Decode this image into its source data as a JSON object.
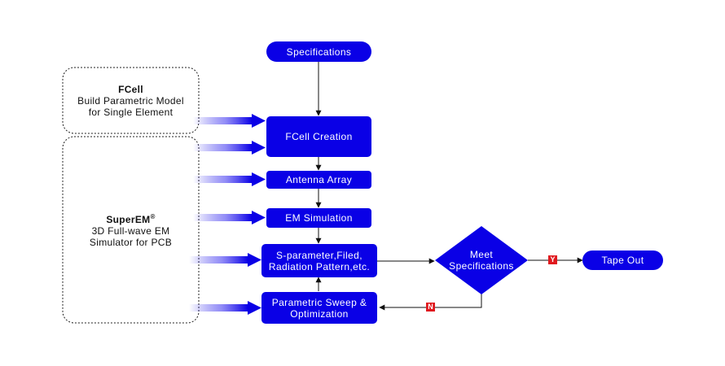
{
  "colors": {
    "node_fill": "#0a00e6",
    "arrow": "#111111",
    "yes_tag": "#e0191e",
    "no_tag": "#e0191e"
  },
  "nodes": {
    "specifications": "Specifications",
    "fcell_creation": "FCell Creation",
    "antenna_array": "Antenna Array",
    "em_simulation": "EM Simulation",
    "s_parameter_line1": "S-parameter,Filed,",
    "s_parameter_line2": "Radiation Pattern,etc.",
    "parametric_line1": "Parametric Sweep &",
    "parametric_line2": "Optimization",
    "meet_line1": "Meet",
    "meet_line2": "Specifications",
    "tape_out": "Tape Out"
  },
  "tools": {
    "fcell": {
      "title": "FCell",
      "line1": "Build Parametric Model",
      "line2": "for Single Element"
    },
    "superem": {
      "title": "SuperEM",
      "title_mark": "®",
      "line1": "3D Full-wave EM",
      "line2": "Simulator for PCB"
    }
  },
  "decision_labels": {
    "yes": "Y",
    "no": "N"
  }
}
